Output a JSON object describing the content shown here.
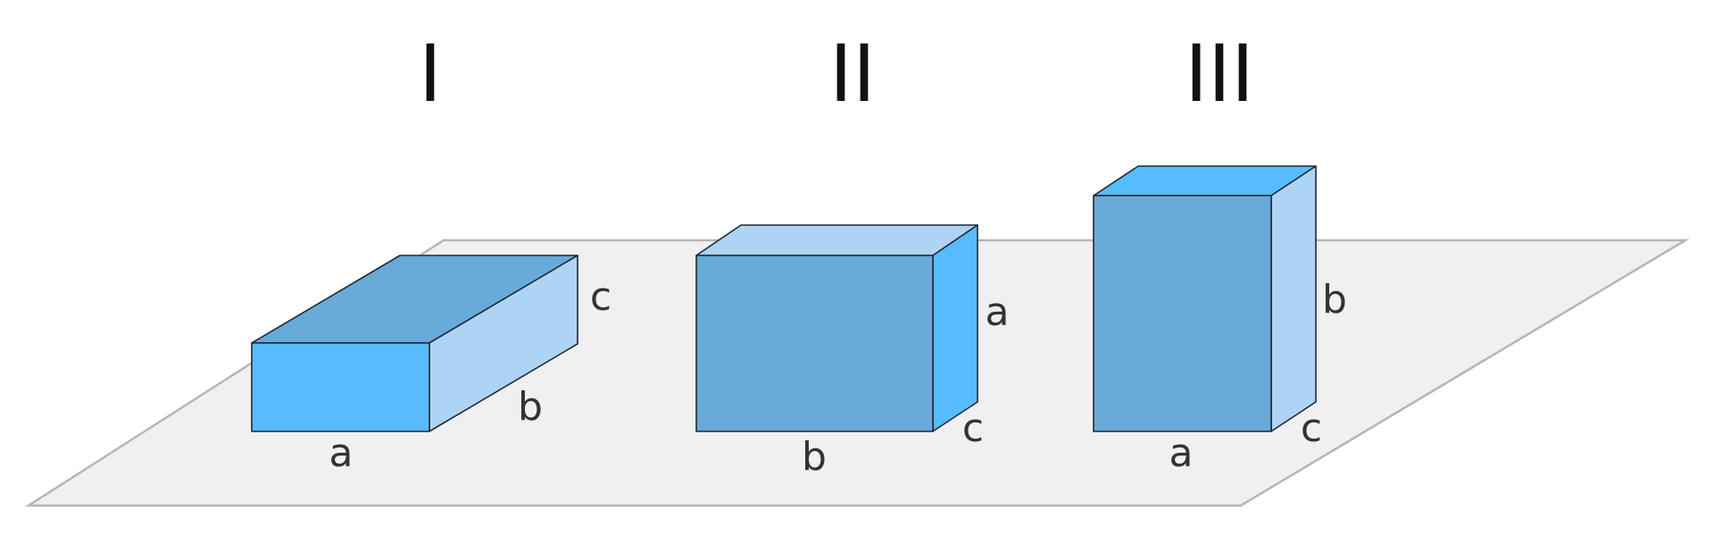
{
  "figure": {
    "colors": {
      "floor_fill": "#f0f0f0",
      "floor_stroke": "#b5b5b5",
      "blue_dark": "#68aad8",
      "blue_bright": "#57bcfd",
      "blue_light": "#aed4f5",
      "edge": "#1f2937"
    },
    "boxes": [
      {
        "numeral": "I",
        "labels": {
          "width": "a",
          "depth": "b",
          "height": "c"
        }
      },
      {
        "numeral": "II",
        "labels": {
          "width": "b",
          "height": "a",
          "depth": "c"
        }
      },
      {
        "numeral": "III",
        "labels": {
          "width": "a",
          "height": "b",
          "depth": "c"
        }
      }
    ]
  }
}
